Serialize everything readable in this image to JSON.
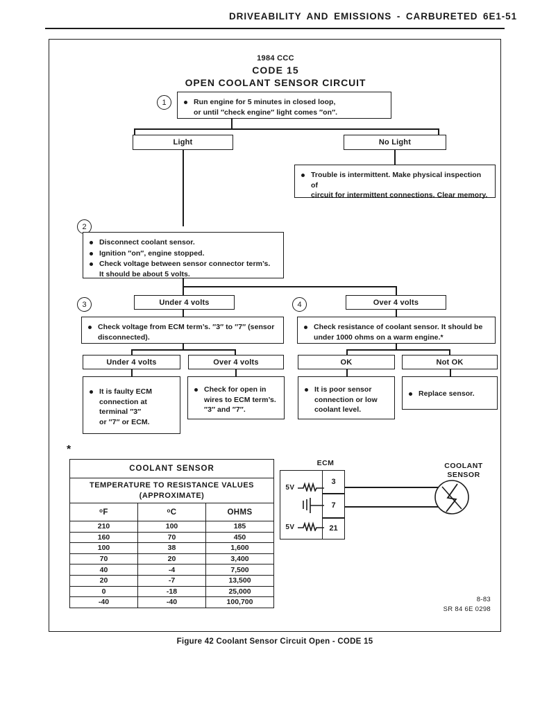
{
  "page": {
    "header_title": "DRIVEABILITY AND EMISSIONS - CARBURETED 6E1-51",
    "caption": "Figure 42 Coolant Sensor Circuit Open - CODE 15",
    "footer_date": "8-83",
    "footer_code": "SR 84 6E 0298",
    "asterisk": "*"
  },
  "diagram": {
    "title_line1": "1984 CCC",
    "title_line2": "CODE 15",
    "title_line3": "OPEN COOLANT SENSOR CIRCUIT"
  },
  "steps": {
    "one": "1",
    "two": "2",
    "three": "3",
    "four": "4"
  },
  "flow": {
    "step1": {
      "bullets": [
        "Run engine for 5 minutes in closed loop,\nor until ″check engine″ light comes ″on″."
      ]
    },
    "light": "Light",
    "no_light": "No Light",
    "no_light_result": {
      "bullets": [
        "Trouble is intermittent. Make physical inspection of\ncircuit for intermittent connections. Clear memory."
      ]
    },
    "step2": {
      "bullets": [
        "Disconnect coolant sensor.",
        "Ignition ″on″, engine stopped.",
        "Check voltage between sensor connector term’s.\nIt should be about 5 volts."
      ]
    },
    "branch_under_4": "Under 4 volts",
    "branch_over_4": "Over 4 volts",
    "step3": {
      "bullets": [
        "Check voltage from ECM term’s. ″3″ to ″7″ (sensor\ndisconnected)."
      ]
    },
    "step4": {
      "bullets": [
        "Check resistance of coolant sensor. It should be\nunder 1000 ohms on a warm engine.*"
      ]
    },
    "leaf_under_4": "Under 4 volts",
    "leaf_over_4": "Over 4 volts",
    "leaf_ok": "OK",
    "leaf_not_ok": "Not OK",
    "result_under_4": {
      "bullets": [
        "It is faulty ECM\nconnection at\nterminal ″3″\nor ″7″ or ECM."
      ]
    },
    "result_over_4": {
      "bullets": [
        "Check for open in\nwires to ECM term’s.\n″3″ and ″7″."
      ]
    },
    "result_ok": {
      "bullets": [
        "It is poor sensor\nconnection or low\ncoolant level."
      ]
    },
    "result_not_ok": {
      "bullets": [
        "Replace sensor."
      ]
    }
  },
  "chart_data": {
    "type": "table",
    "title": "COOLANT SENSOR",
    "subtitle": "TEMPERATURE TO RESISTANCE VALUES\n(APPROXIMATE)",
    "columns": [
      "°F",
      "°C",
      "OHMS"
    ],
    "rows": [
      [
        "210",
        "100",
        "185"
      ],
      [
        "160",
        "70",
        "450"
      ],
      [
        "100",
        "38",
        "1,600"
      ],
      [
        "70",
        "20",
        "3,400"
      ],
      [
        "40",
        "-4",
        "7,500"
      ],
      [
        "20",
        "-7",
        "13,500"
      ],
      [
        "0",
        "-18",
        "25,000"
      ],
      [
        "-40",
        "-40",
        "100,700"
      ]
    ]
  },
  "schematic": {
    "ecm_label": "ECM",
    "sensor_label": "COOLANT\nSENSOR",
    "supply_top": "5V",
    "supply_bottom": "5V",
    "terminal_3": "3",
    "terminal_7": "7",
    "terminal_21": "21"
  }
}
